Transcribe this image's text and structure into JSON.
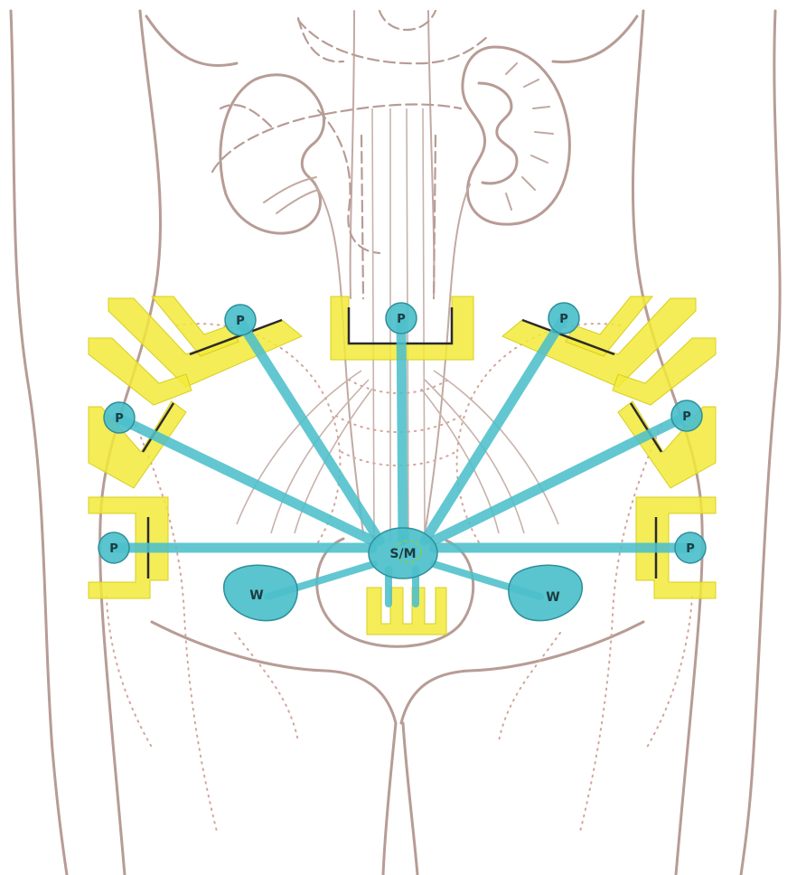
{
  "labels": {
    "port": "P",
    "center": "S/M",
    "waste": "W"
  },
  "colors": {
    "anatomy_outline": "#b79c95",
    "electrode_pad": "#f2ea3a",
    "microfluidic_channel": "#4cbfcb"
  }
}
